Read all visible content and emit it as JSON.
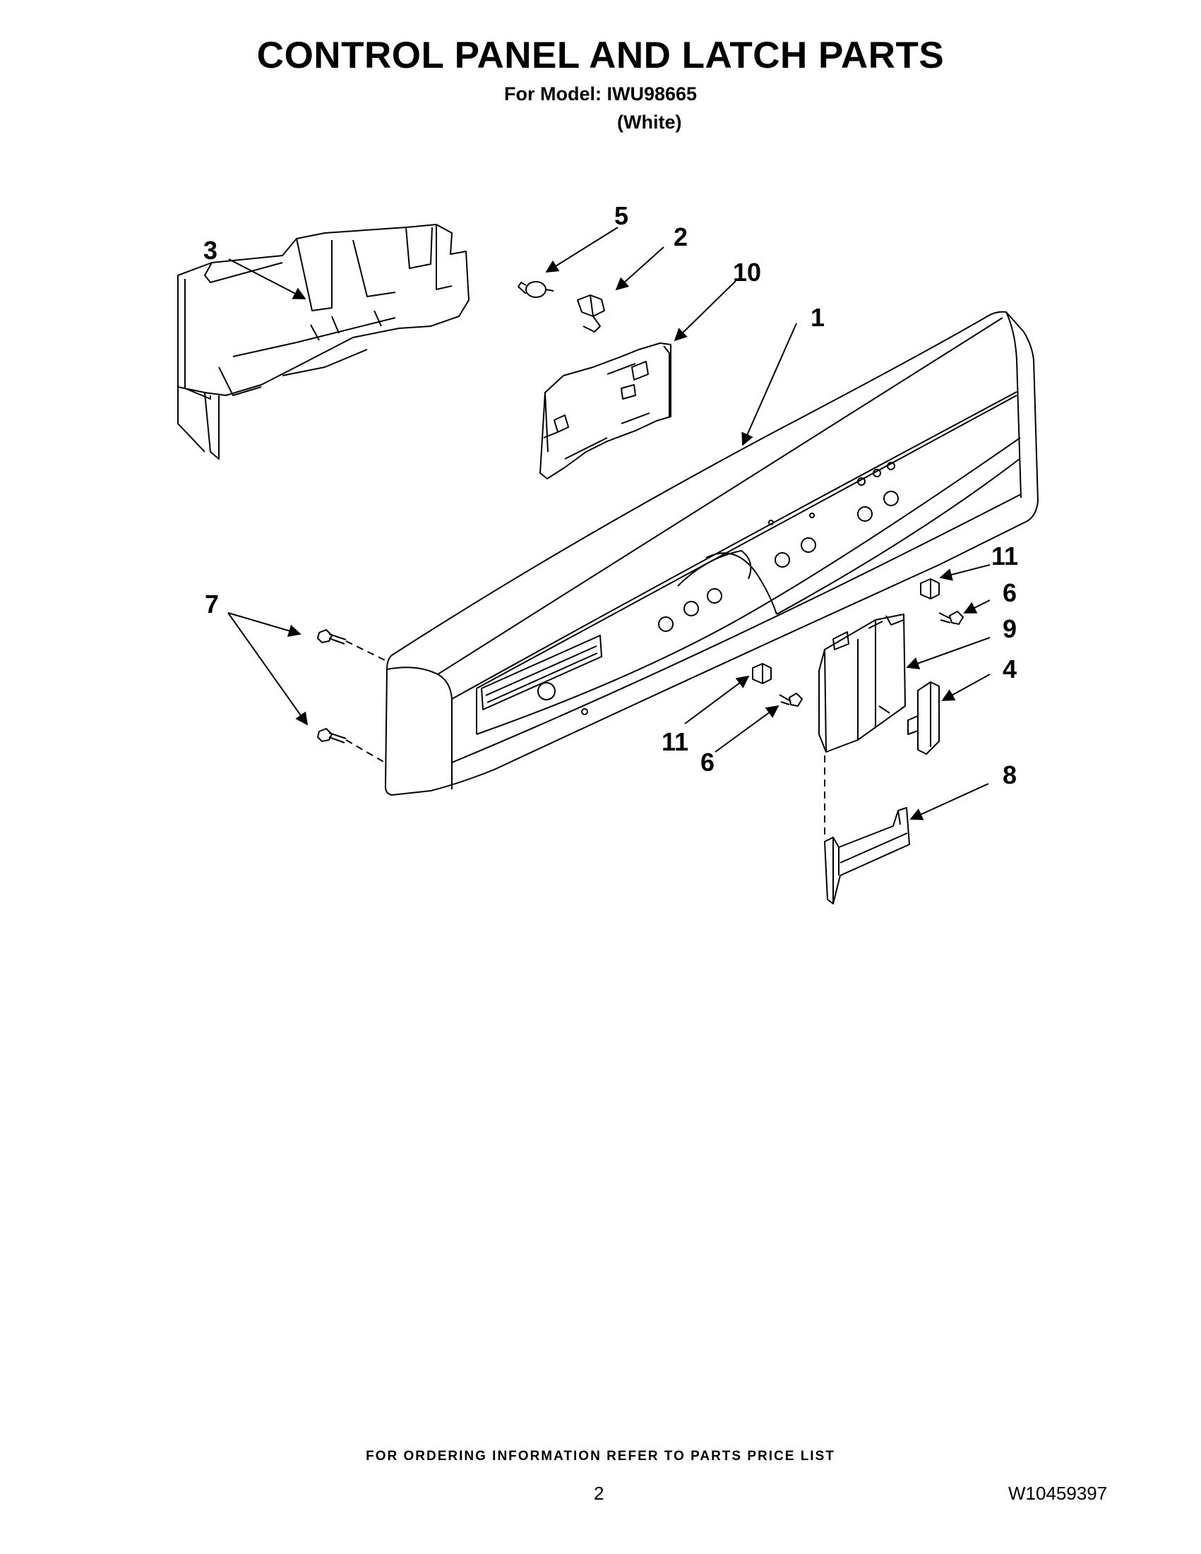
{
  "header": {
    "title": "CONTROL PANEL AND LATCH PARTS",
    "model_line": "For Model: IWU98665",
    "model_variant": "(White)"
  },
  "diagram": {
    "callouts": {
      "panel": "1",
      "switch_holder": "2",
      "panel_bracket": "3",
      "latch_keeper": "4",
      "thermostat": "5",
      "screw_right_upper": "6",
      "screw_right_lower": "6",
      "screws_left": "7",
      "latch_handle": "8",
      "latch_assembly": "9",
      "control_board": "10",
      "clip_right_upper": "11",
      "clip_right_lower": "11"
    }
  },
  "footer": {
    "ordering_note": "FOR ORDERING INFORMATION REFER TO PARTS PRICE LIST",
    "page_number": "2",
    "document_number": "W10459397"
  }
}
